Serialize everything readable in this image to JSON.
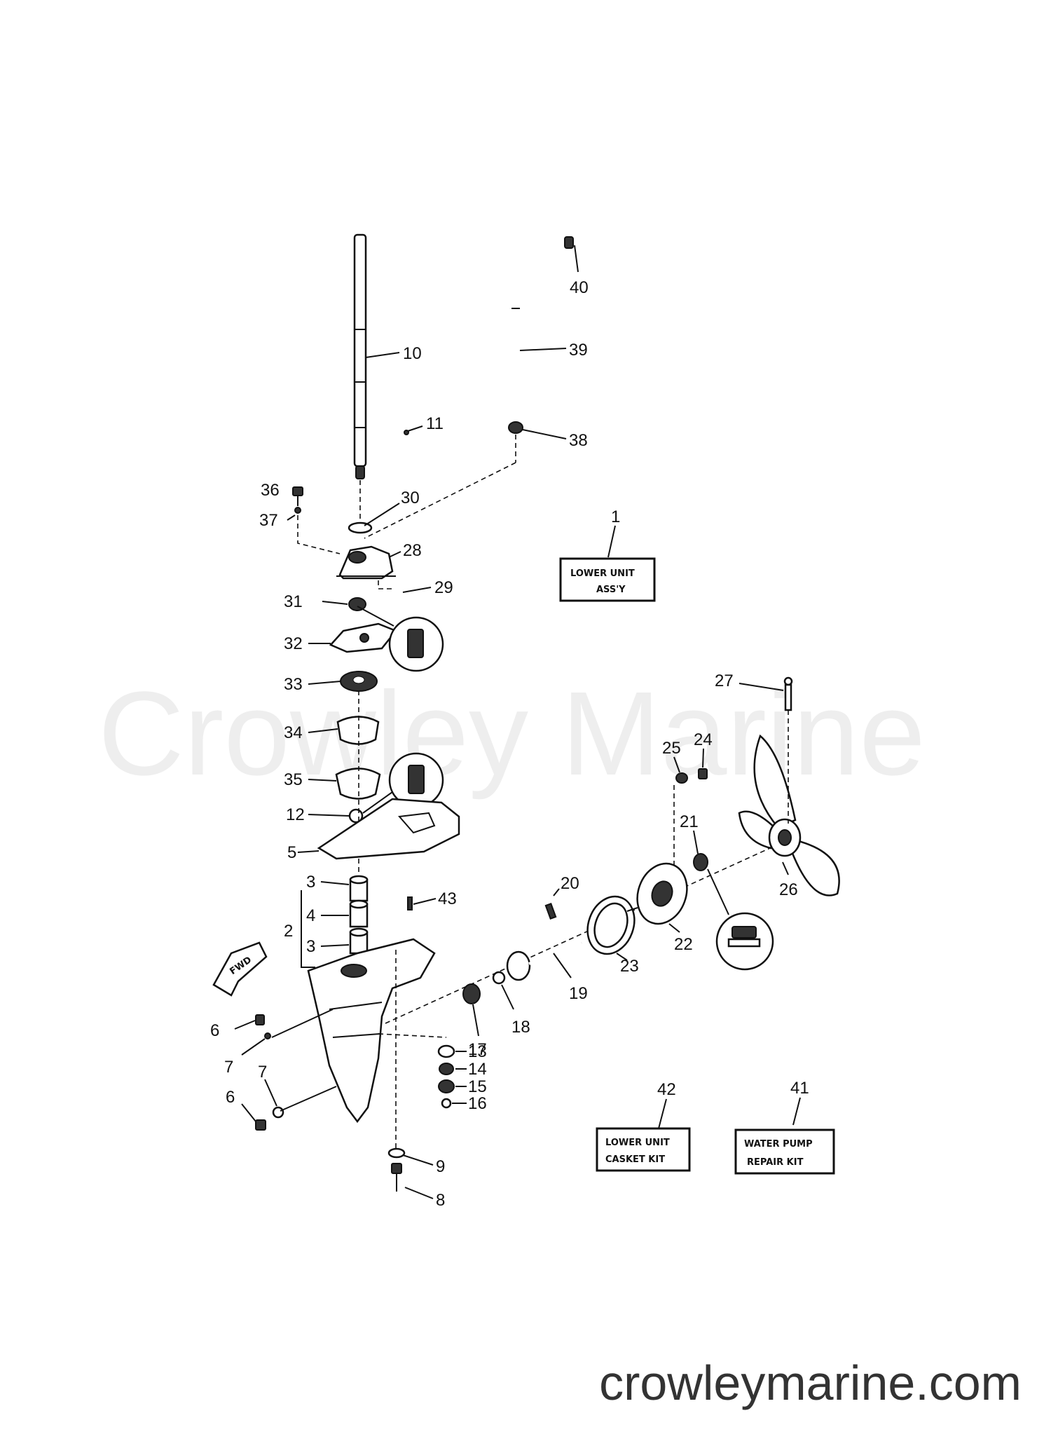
{
  "watermark": "Crowley Marine",
  "site_url": "crowleymarine.com",
  "kits": [
    {
      "id": "1",
      "line1": "LOWER UNIT",
      "line2": "ASS'Y"
    },
    {
      "id": "42",
      "line1": "LOWER UNIT",
      "line2": "CASKET KIT"
    },
    {
      "id": "41",
      "line1": "WATER PUMP",
      "line2": "REPAIR KIT"
    }
  ],
  "direction_badge": "FWD",
  "callouts": [
    {
      "id": "40",
      "text": "40"
    },
    {
      "id": "10",
      "text": "10"
    },
    {
      "id": "39",
      "text": "39"
    },
    {
      "id": "11",
      "text": "11"
    },
    {
      "id": "38",
      "text": "38"
    },
    {
      "id": "36",
      "text": "36"
    },
    {
      "id": "30",
      "text": "30"
    },
    {
      "id": "37",
      "text": "37"
    },
    {
      "id": "28",
      "text": "28"
    },
    {
      "id": "29",
      "text": "29"
    },
    {
      "id": "31",
      "text": "31"
    },
    {
      "id": "32",
      "text": "32"
    },
    {
      "id": "33",
      "text": "33"
    },
    {
      "id": "27",
      "text": "27"
    },
    {
      "id": "34",
      "text": "34"
    },
    {
      "id": "24",
      "text": "24"
    },
    {
      "id": "25",
      "text": "25"
    },
    {
      "id": "35",
      "text": "35"
    },
    {
      "id": "12",
      "text": "12"
    },
    {
      "id": "21",
      "text": "21"
    },
    {
      "id": "5",
      "text": "5"
    },
    {
      "id": "26",
      "text": "26"
    },
    {
      "id": "20",
      "text": "20"
    },
    {
      "id": "3a",
      "text": "3"
    },
    {
      "id": "43",
      "text": "43"
    },
    {
      "id": "22",
      "text": "22"
    },
    {
      "id": "4",
      "text": "4"
    },
    {
      "id": "2",
      "text": "2"
    },
    {
      "id": "3b",
      "text": "3"
    },
    {
      "id": "23",
      "text": "23"
    },
    {
      "id": "19",
      "text": "19"
    },
    {
      "id": "18",
      "text": "18"
    },
    {
      "id": "17",
      "text": "17"
    },
    {
      "id": "6a",
      "text": "6"
    },
    {
      "id": "7a",
      "text": "7"
    },
    {
      "id": "13",
      "text": "13"
    },
    {
      "id": "14",
      "text": "14"
    },
    {
      "id": "7b",
      "text": "7"
    },
    {
      "id": "15",
      "text": "15"
    },
    {
      "id": "6b",
      "text": "6"
    },
    {
      "id": "16",
      "text": "16"
    },
    {
      "id": "42",
      "text": "42"
    },
    {
      "id": "41",
      "text": "41"
    },
    {
      "id": "9",
      "text": "9"
    },
    {
      "id": "8",
      "text": "8"
    }
  ]
}
